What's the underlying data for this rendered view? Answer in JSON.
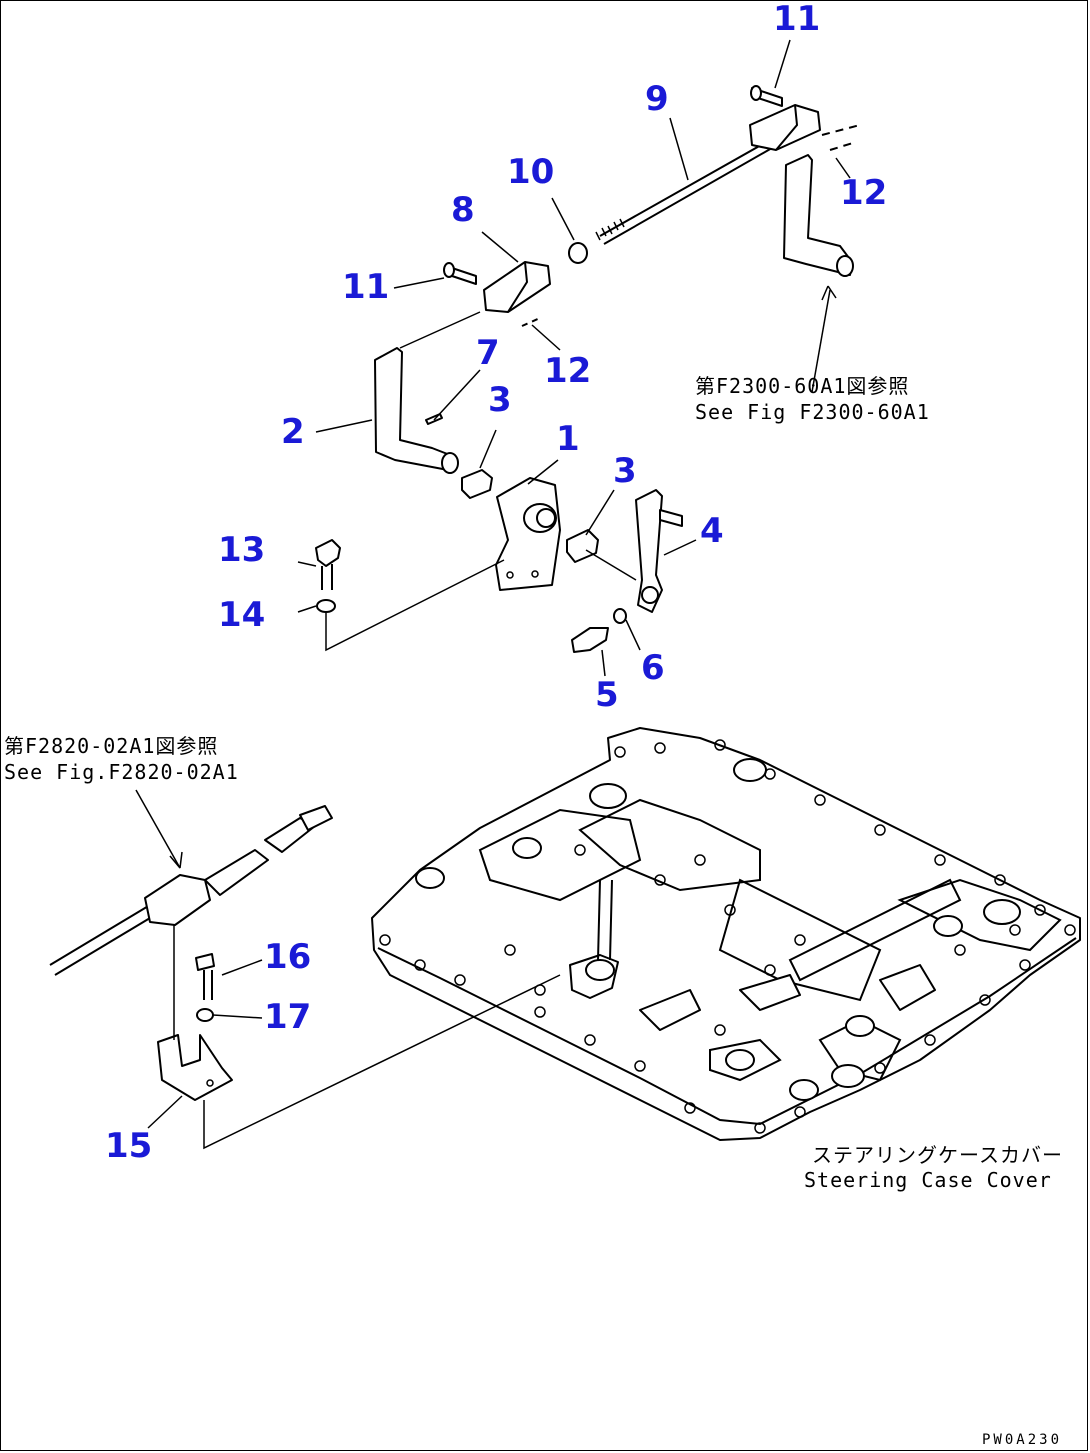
{
  "callouts": {
    "c1": "1",
    "c2": "2",
    "c3a": "3",
    "c3b": "3",
    "c4": "4",
    "c5": "5",
    "c6": "6",
    "c7": "7",
    "c8": "8",
    "c9": "9",
    "c10": "10",
    "c11a": "11",
    "c11b": "11",
    "c12a": "12",
    "c12b": "12",
    "c13": "13",
    "c14": "14",
    "c15": "15",
    "c16": "16",
    "c17": "17"
  },
  "notes": {
    "ref_upper_jp": "第F2300-60A1図参照",
    "ref_upper_en": "See Fig F2300-60A1",
    "ref_left_jp": "第F2820-02A1図参照",
    "ref_left_en": "See Fig.F2820-02A1",
    "cover_jp": "ステアリングケースカバー",
    "cover_en": "Steering Case Cover"
  },
  "figure_code": "PW0A230",
  "colors": {
    "callout": "#1a1ad6",
    "line": "#000000",
    "background": "#ffffff"
  }
}
